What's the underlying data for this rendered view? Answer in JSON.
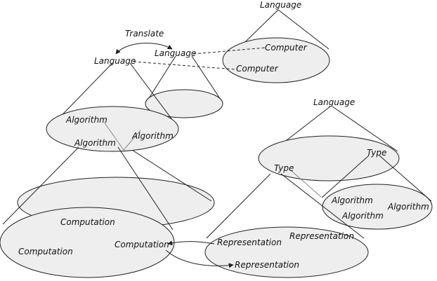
{
  "labels": {
    "language_top": "Language",
    "computer_1": "Computer",
    "computer_2": "Computer",
    "translate": "Translate",
    "language_left_1": "Language",
    "language_left_2": "Language",
    "algorithm_1": "Algorithm",
    "algorithm_2": "Algorithm",
    "algorithm_3": "Algorithm",
    "language_right": "Language",
    "type_1": "Type",
    "type_2": "Type",
    "algorithm_4": "Algorithm",
    "algorithm_5": "Algorithm",
    "algorithm_6": "Algorithm",
    "computation_1": "Computation",
    "computation_2": "Computation",
    "computation_3": "Computation",
    "representation_1": "Representation",
    "representation_2": "Representation",
    "representation_3": "Representation"
  },
  "colors": {
    "ink": "#222222",
    "fill": "#eeeeee",
    "text": "#111111"
  }
}
